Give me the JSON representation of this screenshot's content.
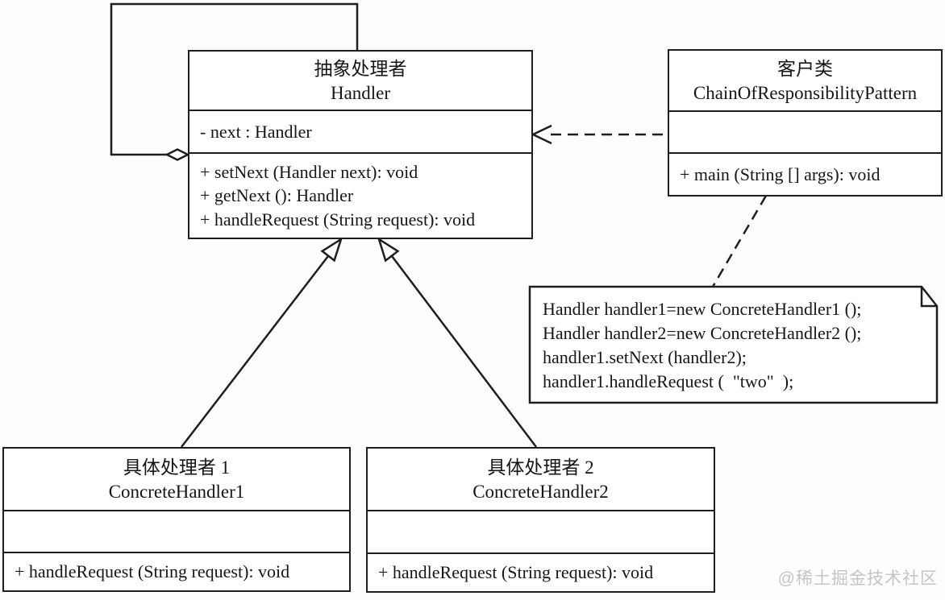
{
  "colors": {
    "line": "#1e1e1e",
    "text": "#161616",
    "box_fill": "#ffffff",
    "background": "#fdfdfd",
    "watermark": "#c5c5c5"
  },
  "classes": {
    "handler": {
      "title_cn": "抽象处理者",
      "title_en": "Handler",
      "attributes": [
        "- next : Handler"
      ],
      "methods": [
        "+ setNext (Handler next): void",
        "+ getNext (): Handler",
        "+ handleRequest (String request): void"
      ]
    },
    "client": {
      "title_cn": "客户类",
      "title_en": "ChainOfResponsibilityPattern",
      "attributes": [],
      "methods": [
        "+ main (String [] args): void"
      ]
    },
    "concrete1": {
      "title_cn": "具体处理者 1",
      "title_en": "ConcreteHandler1",
      "attributes": [],
      "methods": [
        "+ handleRequest (String request): void"
      ]
    },
    "concrete2": {
      "title_cn": "具体处理者 2",
      "title_en": "ConcreteHandler2",
      "attributes": [],
      "methods": [
        "+ handleRequest (String request): void"
      ]
    }
  },
  "note": {
    "lines": [
      "Handler handler1=new ConcreteHandler1 ();",
      "Handler handler2=new ConcreteHandler2 ();",
      "handler1.setNext (handler2);",
      "handler1.handleRequest (  \"two\"  );"
    ]
  },
  "connectors": {
    "self_aggregation": {
      "type": "aggregation",
      "from": "Handler",
      "to": "Handler"
    },
    "dependency": {
      "type": "dependency",
      "from": "ChainOfResponsibilityPattern",
      "to": "Handler"
    },
    "inheritance_1": {
      "type": "inheritance",
      "from": "ConcreteHandler1",
      "to": "Handler"
    },
    "inheritance_2": {
      "type": "inheritance",
      "from": "ConcreteHandler2",
      "to": "Handler"
    },
    "note_anchor": {
      "type": "anchor",
      "from": "ChainOfResponsibilityPattern",
      "to": "code-note"
    }
  },
  "watermark": "@稀土掘金技术社区"
}
